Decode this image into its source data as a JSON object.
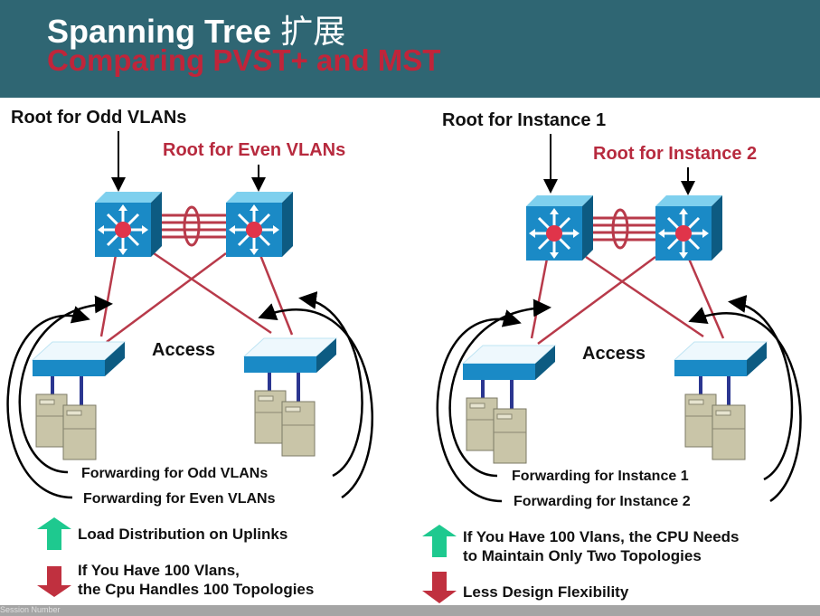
{
  "header": {
    "title": "Spanning Tree",
    "title_cn": "扩展",
    "subtitle": "Comparing PVST+ and MST"
  },
  "left": {
    "root_a": "Root for Odd VLANs",
    "root_b": "Root for Even VLANs",
    "layer": "Access",
    "fwd_a": "Forwarding for Odd VLANs",
    "fwd_b": "Forwarding for Even VLANs",
    "pro": {
      "icon": "up-arrow-icon",
      "text": "Load Distribution on Uplinks"
    },
    "con": {
      "icon": "down-arrow-icon",
      "line1": "If You Have 100 Vlans,",
      "line2": "the Cpu Handles 100 Topologies"
    }
  },
  "right": {
    "root_a": "Root for Instance 1",
    "root_b": "Root for Instance 2",
    "layer": "Access",
    "fwd_a": "Forwarding for Instance 1",
    "fwd_b": "Forwarding for Instance 2",
    "pro": {
      "icon": "up-arrow-icon",
      "line1": "If You Have 100 Vlans, the CPU Needs",
      "line2": "to Maintain Only Two Topologies"
    },
    "con": {
      "icon": "down-arrow-icon",
      "text": "Less Design Flexibility"
    }
  },
  "footer": {
    "text": "Session Number"
  },
  "colors": {
    "header_bg": "#2f6673",
    "accent_red": "#b72a3e",
    "switch_blue": "#1a8ac6",
    "up_green": "#1ec98f",
    "down_red": "#c0303f"
  }
}
